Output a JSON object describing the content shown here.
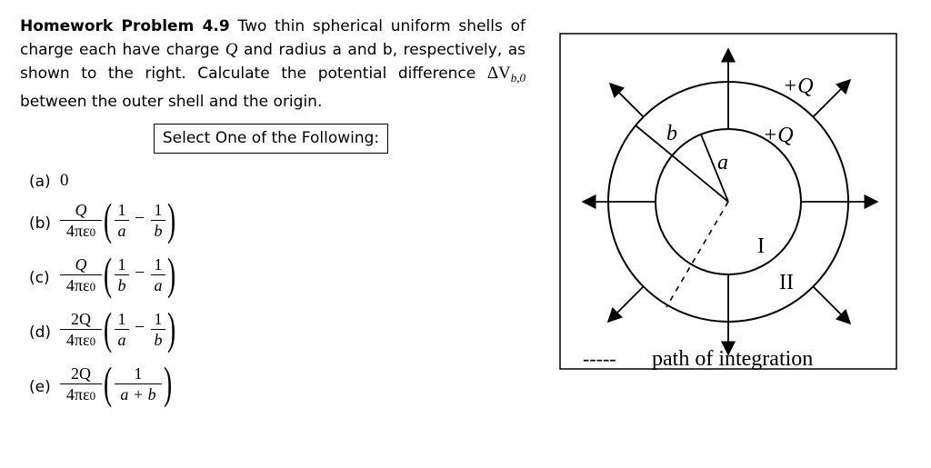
{
  "problem": {
    "title": "Homework Problem 4.9",
    "text_1": "Two thin spherical uniform shells of charge each have charge",
    "sym_Q": "Q",
    "text_2": "and radius a and b, respectively, as shown to the right. Calculate the potential difference",
    "delta_v": "ΔV",
    "delta_sub": "b,0",
    "text_3": "between the outer shell and the origin."
  },
  "select_label": "Select One of the Following:",
  "choices": [
    {
      "label": "(a)",
      "value": "0"
    },
    {
      "label": "(b)",
      "coef_num": "Q",
      "coef_den": "4πε",
      "den_sub": "0",
      "term1": "a",
      "term2": "b"
    },
    {
      "label": "(c)",
      "coef_num": "Q",
      "coef_den": "4πε",
      "den_sub": "0",
      "term1": "b",
      "term2": "a"
    },
    {
      "label": "(d)",
      "coef_num": "2Q",
      "coef_den": "4πε",
      "den_sub": "0",
      "term1": "a",
      "term2": "b"
    },
    {
      "label": "(e)",
      "coef_num": "2Q",
      "coef_den": "4πε",
      "den_sub": "0",
      "sum_den": "a + b"
    }
  ],
  "frac_one": "1",
  "minus": "−",
  "diagram": {
    "outer_charge": "+Q",
    "inner_charge": "+Q",
    "label_b": "b",
    "label_a": "a",
    "region_1": "I",
    "region_2": "II",
    "legend_dashes": "-----",
    "legend_text": "path of integration"
  }
}
